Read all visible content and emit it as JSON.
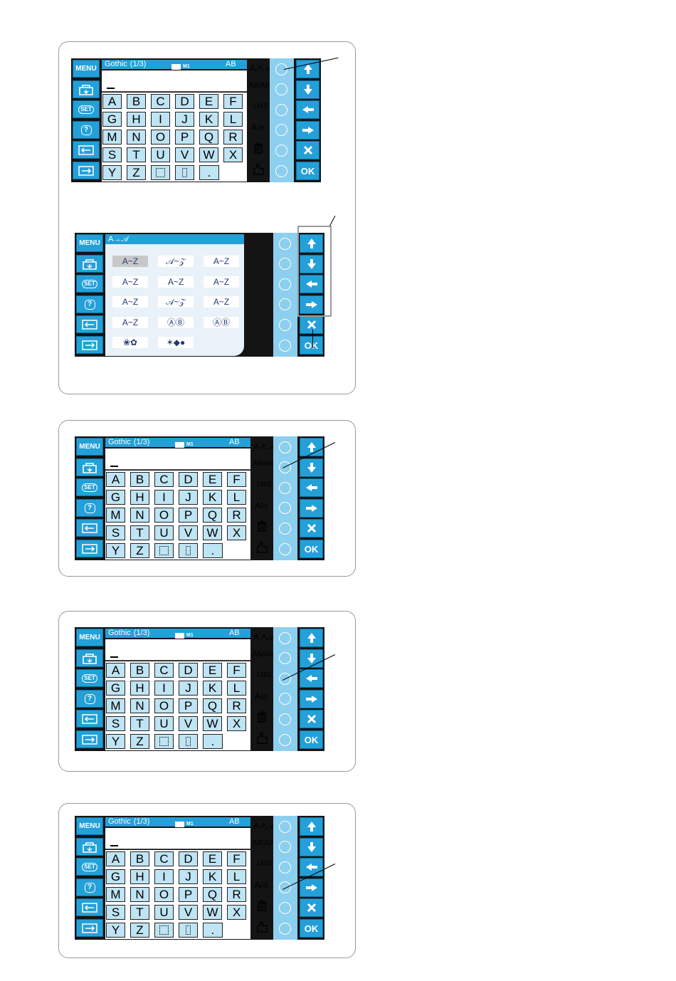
{
  "keyboard": {
    "header": {
      "font": "Gothic",
      "page": "(1/3)",
      "memory": "M1",
      "case": "AB"
    },
    "keys": [
      "A",
      "B",
      "C",
      "D",
      "E",
      "F",
      "G",
      "H",
      "I",
      "J",
      "K",
      "L",
      "M",
      "N",
      "O",
      "P",
      "Q",
      "R",
      "S",
      "T",
      "U",
      "V",
      "W",
      "X",
      "Y",
      "Z",
      "",
      "",
      "."
    ]
  },
  "left_buttons": {
    "menu": "MENU",
    "set": "SET",
    "help": "?"
  },
  "right_buttons": {
    "ok": "OK",
    "up": "up-arrow-icon",
    "down": "down-arrow-icon",
    "left": "left-arrow-icon",
    "right": "right-arrow-icon",
    "cancel": "x-icon"
  },
  "option_symbols": {
    "font": "A↗𝒜",
    "orientation": "AB/AB",
    "size": "LMS",
    "case": "A/a"
  },
  "font_select": {
    "title": "A→𝒜",
    "styles": [
      "A~Z",
      "𝒜~𝒵",
      "A~Z",
      "A~Z",
      "A~Z",
      "A~Z",
      "A~Z",
      "𝒜~𝒵",
      "A~Z",
      "A~Z",
      "ⒶⒷ",
      "ⒶⒷ",
      "❀✿",
      "✶◆●"
    ]
  },
  "colors": {
    "button_blue": "#24a0d8",
    "column_blue": "#8ccfee",
    "key_fill": "#bfe4f4"
  }
}
